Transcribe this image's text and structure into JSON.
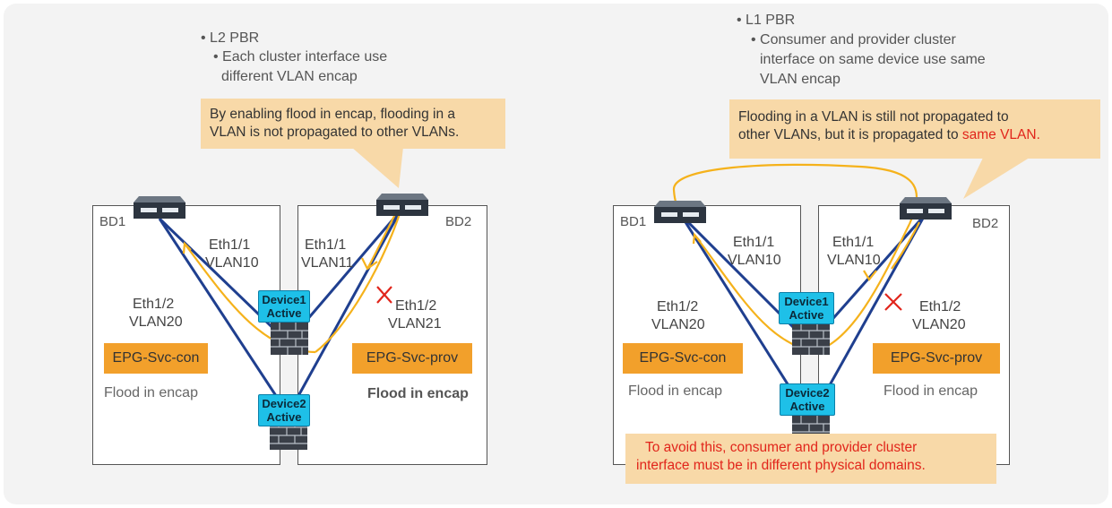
{
  "colors": {
    "background": "#f3f3f3",
    "callout": "#f8d9a8",
    "epg": "#f2a02b",
    "device": "#1ec0e8",
    "link": "#1f3f8f",
    "flow": "#f5b21b",
    "alert": "#e1251b"
  },
  "left": {
    "bullet_title": "• L2 PBR",
    "bullet_sub1": "• Each cluster interface use",
    "bullet_sub2": "different VLAN encap",
    "callout_line1": "By enabling flood in encap, flooding in a",
    "callout_line2": "VLAN is not propagated to other VLANs.",
    "bd1": "BD1",
    "bd2": "BD2",
    "if_c1_a": "Eth1/1",
    "if_c1_b": "VLAN10",
    "if_c2_a": "Eth1/2",
    "if_c2_b": "VLAN20",
    "if_p1_a": "Eth1/1",
    "if_p1_b": "VLAN11",
    "if_p2_a": "Eth1/2",
    "if_p2_b": "VLAN21",
    "device1_a": "Device1",
    "device1_b": "Active",
    "device2_a": "Device2",
    "device2_b": "Active",
    "epg_con": "EPG-Svc-con",
    "epg_prov": "EPG-Svc-prov",
    "flood_con": "Flood in encap",
    "flood_prov": "Flood in encap"
  },
  "right": {
    "bullet_title": "• L1 PBR",
    "bullet_sub1": "• Consumer and provider cluster",
    "bullet_sub2": "interface on same device use same",
    "bullet_sub3": "VLAN encap",
    "callout_line1": "Flooding in a VLAN is still not propagated to",
    "callout_line2": "other VLANs, but it is propagated to ",
    "callout_red": "same VLAN.",
    "bd1": "BD1",
    "bd2": "BD2",
    "if_c1_a": "Eth1/1",
    "if_c1_b": "VLAN10",
    "if_c2_a": "Eth1/2",
    "if_c2_b": "VLAN20",
    "if_p1_a": "Eth1/1",
    "if_p1_b": "VLAN10",
    "if_p2_a": "Eth1/2",
    "if_p2_b": "VLAN20",
    "device1_a": "Device1",
    "device1_b": "Active",
    "device2_a": "Device2",
    "device2_b": "Active",
    "epg_con": "EPG-Svc-con",
    "epg_prov": "EPG-Svc-prov",
    "flood_con": "Flood in encap",
    "flood_prov": "Flood in encap",
    "note_line1": "To avoid this, consumer and provider cluster",
    "note_line2": "interface must be in different physical domains."
  }
}
